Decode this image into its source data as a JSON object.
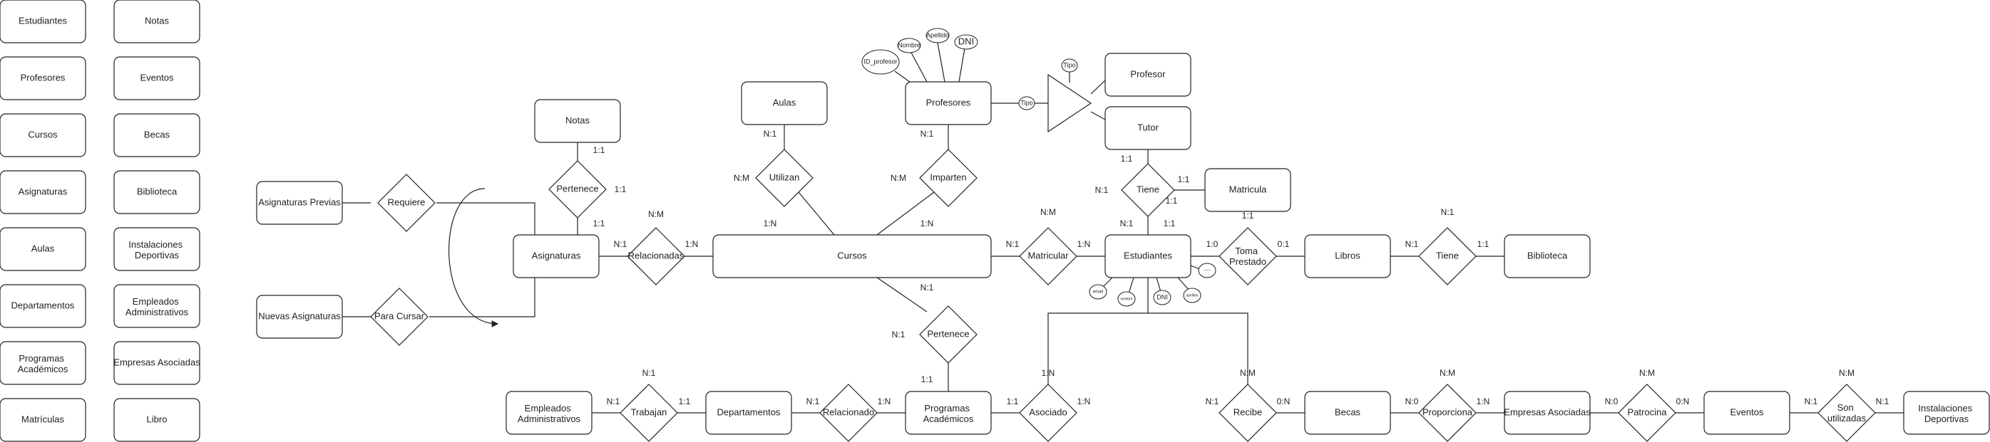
{
  "legend": [
    "Estudiantes",
    "Profesores",
    "Cursos",
    "Asignaturas",
    "Aulas",
    "Departamentos",
    "Programas Académicos",
    "Matrículas",
    "Notas",
    "Eventos",
    "Becas",
    "Biblioteca",
    "Instalaciones Deportivas",
    "Empleados Administrativos",
    "Empresas Asociadas",
    "Libro"
  ],
  "entities": {
    "asig_previas": "Asignaturas Previas",
    "nuevas_asig": "Nuevas Asignaturas",
    "notas": "Notas",
    "asignaturas": "Asignaturas",
    "aulas": "Aulas",
    "profesores": "Profesores",
    "profesor": "Profesor",
    "tutor": "Tutor",
    "matricula": "Matricula",
    "cursos": "Cursos",
    "estudiantes": "Estudiantes",
    "libros": "Libros",
    "biblioteca": "Biblioteca",
    "empleados": "Empleados Administrativos",
    "departamentos": "Departamentos",
    "programas": "Programas Académicos",
    "becas": "Becas",
    "empresas": "Empresas Asociadas",
    "eventos": "Eventos",
    "instalaciones": "Instalaciones Deportivas"
  },
  "relations": {
    "requiere": "Requiere",
    "para_cursar": "Para Cursar",
    "pertenece_top": "Pertenece",
    "relacionadas": "Relacionadas",
    "utilizan": "Utilizan",
    "imparten": "Imparten",
    "matricular": "Matricular",
    "tiene_tutor": "Tiene",
    "toma_prestado": "Toma Prestado",
    "tiene_bib": "Tiene",
    "pertenece_bottom": "Pertenece",
    "trabajan": "Trabajan",
    "relacionado": "Relacionado",
    "asociado": "Asociado",
    "recibe": "Recibe",
    "proporciona": "Proporciona",
    "patrocina": "Patrocina",
    "son_utilizadas": "Son utilizadas"
  },
  "attributes": {
    "id_profesor": "ID_profesor",
    "nombre": "Nombre",
    "apellido": "Apellido",
    "dni_prof": "DNI",
    "tipo_top": "Tipo",
    "tipo_side": "Tipo",
    "email": "email",
    "nombre_est": "nombre",
    "dni_est": "DNI",
    "apellido_est": "apellido",
    "extra": "-----"
  },
  "cardinalities": {
    "notas_1": "1:1",
    "pertenece_right": "1:1",
    "pertenece_bottom": "1:1",
    "relacionadas_top": "N:M",
    "asig_rel": "N:1",
    "rel_cursos": "1:N",
    "aulas_n1": "N:1",
    "utilizan_nm": "N:M",
    "cursos_1n_a": "1:N",
    "prof_n1": "N:1",
    "imparten_nm": "N:M",
    "cursos_1n_b": "1:N",
    "matric_nm": "N:M",
    "cursos_n1": "N:1",
    "matric_1n": "1:N",
    "tutor_11": "1:1",
    "tiene_n1_left": "N:1",
    "tiene_11_right": "1:1",
    "tiene_11_below": "1:1",
    "est_n1_top": "N:1",
    "matricula_11": "1:1",
    "est_10": "1:0",
    "libros_01": "0:1",
    "tiene_bib_n1_top": "N:1",
    "libros_n1": "N:1",
    "bib_11": "1:1",
    "cursos_n1_below": "N:1",
    "pert_n1": "N:1",
    "prog_11": "1:1",
    "trabajan_n1_top": "N:1",
    "emp_n1": "N:1",
    "dep_11": "1:1",
    "dep_n1": "N:1",
    "prog_1n": "1:N",
    "asoc_1n_top": "1:N",
    "prog_11_right": "1:1",
    "asoc_1n_right": "1:N",
    "recibe_nm": "N:M",
    "recibe_n1": "N:1",
    "becas_0n": "0:N",
    "prop_nm": "N:M",
    "becas_n0": "N:0",
    "emp_1n": "1:N",
    "patr_nm": "N:M",
    "emp_n0": "N:0",
    "eventos_0n": "0:N",
    "son_nm": "N:M",
    "eventos_n1": "N:1",
    "inst_n1": "N:1"
  }
}
